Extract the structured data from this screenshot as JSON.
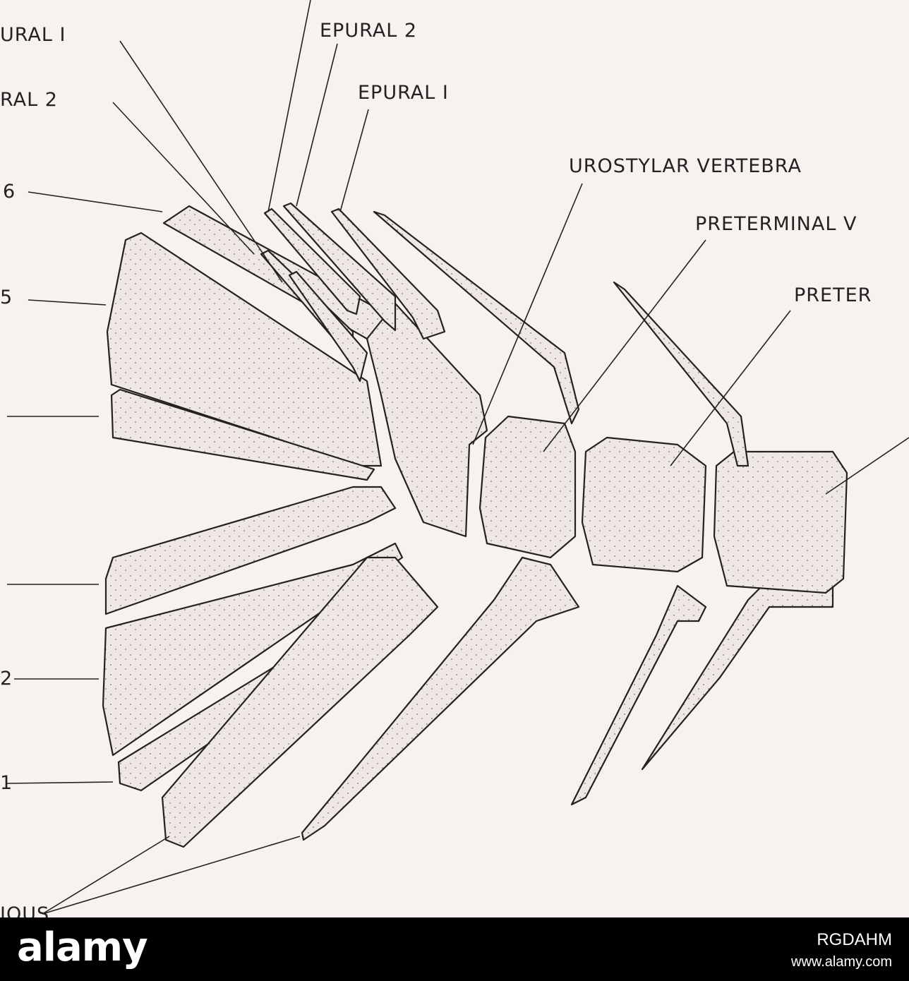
{
  "labels": {
    "epural2_top": "EPURAL 2",
    "epural1_top": "EPURAL I",
    "urostylar": "UROSTYLAR VERTEBRA",
    "preterminal": "PRETERMINAL V",
    "preter": "PRETER",
    "ural1": "URAL I",
    "ural2": "RAL 2",
    "hypural6": "6",
    "hypural5": "5",
    "hypural2": "2",
    "hypural1": "1",
    "bottom": "IOUS"
  },
  "footer": {
    "logo": "alamy",
    "image_id": "RGDAHM",
    "site": "www.alamy.com"
  },
  "colors": {
    "background": "#f7f1ef",
    "ink": "#222222",
    "fill": "#efe7e3",
    "footer": "#000000"
  }
}
